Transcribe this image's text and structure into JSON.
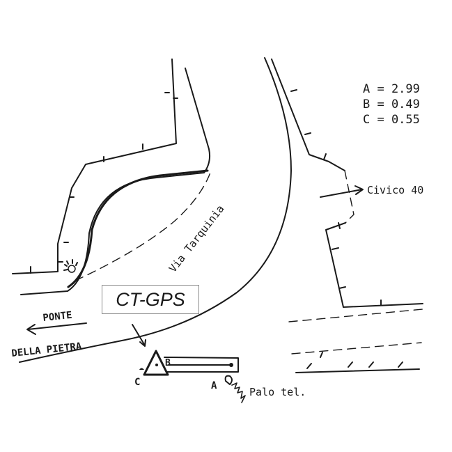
{
  "measurements": [
    {
      "text": "A = 2.99"
    },
    {
      "text": "B = 0.49"
    },
    {
      "text": "C = 0.55"
    }
  ],
  "labels": {
    "street": "Via Tarquinia",
    "ponte_line1": "PONTE",
    "ponte_line2": "DELLA PIETRA",
    "civico": "Civico 40",
    "station": "CT-GPS",
    "point_a": "A",
    "point_b": "B",
    "point_c": "C",
    "pole": "Palo tel."
  },
  "colors": {
    "ink": "#1a1a1a",
    "paper": "#ffffff",
    "box_border": "#8a8a8a"
  }
}
